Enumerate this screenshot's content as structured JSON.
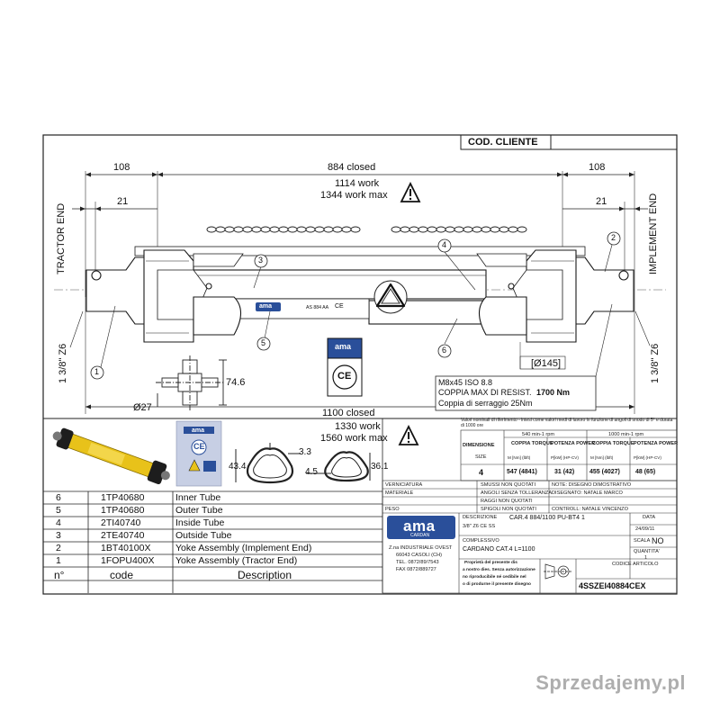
{
  "header": {
    "cod_cliente": "COD. CLIENTE"
  },
  "dimensions": {
    "left_108": "108",
    "right_108": "108",
    "left_21": "21",
    "right_21": "21",
    "closed_884": "884 closed",
    "work_1114": "1114 work",
    "work_max_1344": "1344 work max",
    "closed_1100": "1100 closed",
    "work_1330": "1330 work",
    "work_max_1560": "1560 work max",
    "dia_145": "[Ø145]",
    "dia_27": "Ø27",
    "h_74_6": "74.6",
    "t_43_4": "43.4",
    "t_3_3": "3.3",
    "t_4_5": "4.5",
    "t_36_1": "36.1"
  },
  "side_labels": {
    "tractor_end": "TRACTOR END",
    "implement_end": "IMPLEMENT END",
    "spline_left": "1 3/8\" Z6",
    "spline_right": "1 3/8\" Z6"
  },
  "callouts": [
    "1",
    "2",
    "3",
    "4",
    "5",
    "6"
  ],
  "shaft_marking": {
    "logo": "ama",
    "code": "AS 884 AA",
    "ce": "CE"
  },
  "spec_box": {
    "line1": "M8x45 ISO 8.8",
    "line2": "COPPIA MAX DI RESIST.",
    "line2_value": "1700 Nm",
    "line3": "Coppia di serraggio 25Nm"
  },
  "ratings_table": {
    "note": "Valori nominali di riferimento - intesi come valori medi di lavoro in funzione di angoli di snodo di 5° e durata di 1000 ore",
    "rpm_540": "540 min-1 rpm",
    "rpm_1000": "1000 min-1 rpm",
    "headers": [
      "DIMENSIONE",
      "COPPIA TORQUE",
      "POTENZA POWER",
      "COPPIA TORQUE",
      "POTENZA POWER"
    ],
    "subheaders": [
      "SIZE",
      "M [Nm] (lbft)",
      "P[kW] (HP-CV)",
      "M [Nm] (lbft)",
      "P[kW] (HP-CV)"
    ],
    "values": [
      "4",
      "547 (4841)",
      "31 (42)",
      "455 (4027)",
      "48 (65)"
    ]
  },
  "title_block": {
    "verniciatura": "VERNICIATURA",
    "materiale": "MATERIALE",
    "peso": "PESO",
    "smussi": "SMUSSI NON QUOTATI",
    "angoli": "ANGOLI SENZA TOLLERANZA",
    "raggi": "RAGGI NON QUOTATI",
    "spigoli": "SPIGOLI NON QUOTATI",
    "note": "NOTE: DISEGNO DIMOSTRATIVO",
    "disegnato": "DISEGNATO: NATALE MARCO",
    "controllato": "CONTROLL: NATALE VINCENZO",
    "descrizione_label": "DESCRIZIONE",
    "descrizione_value": "CAR.4 884/1100 PU-BT4  1",
    "descrizione_value2": "3/8\" Z6 CE SS",
    "data_label": "DATA",
    "data_value": "24/09/11",
    "complessivo_label": "COMPLESSIVO",
    "complessivo_value": "CARDANO CAT.4 L=1100",
    "scala_label": "SCALA",
    "scala_value": "NO",
    "quantita_label": "QUANTITA'",
    "quantita_value": "1",
    "codice_label": "CODICE ARTICOLO",
    "codice_value": "4SSZEI40884CEX",
    "company_logo": "ama",
    "company_logo_sub": "CARDAN",
    "address1": "Z.na INDUSTRIALE OVEST",
    "address2": "66043 CASOLI (CH)",
    "tel": "TEL. 0872/89/7543",
    "fax": "FAX 0872/889727",
    "property1": "Proprietà del presente dis",
    "property2": "a nostro dies. Senza autorizzazione",
    "property3": "no riproducibile né cedibile nel",
    "property4": "o di produrne il presente disegno"
  },
  "parts_list": {
    "header": {
      "n": "n°",
      "code": "code",
      "description": "Description"
    },
    "rows": [
      {
        "n": "6",
        "code": "1TP40680",
        "description": "Inner Tube"
      },
      {
        "n": "5",
        "code": "1TP40680",
        "description": "Outer Tube"
      },
      {
        "n": "4",
        "code": "2TI40740",
        "description": "Inside Tube"
      },
      {
        "n": "3",
        "code": "2TE40740",
        "description": "Outside Tube"
      },
      {
        "n": "2",
        "code": "1BT40100X",
        "description": "Yoke Assembly (Implement End)"
      },
      {
        "n": "1",
        "code": "1FOPU400X",
        "description": "Yoke Assembly (Tractor End)"
      }
    ]
  },
  "label_card": {
    "logo": "ama",
    "ce": "CE"
  },
  "watermark": "Sprzedajemy.pl",
  "colors": {
    "line": "#1a1a1a",
    "yellow": "#e8c21a",
    "blue_logo": "#2a4f9a",
    "watermark": "#9a9a9a"
  }
}
